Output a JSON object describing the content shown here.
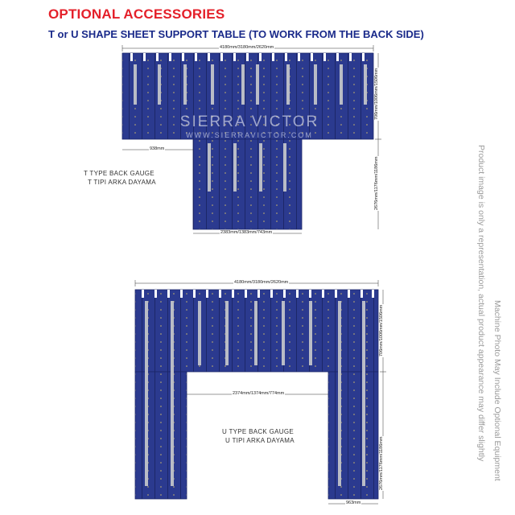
{
  "header": {
    "title": "OPTIONAL ACCESSORIES",
    "subtitle": "T or U SHAPE SHEET SUPPORT TABLE (TO WORK FROM THE BACK SIDE)"
  },
  "t_diagram": {
    "label_en": "T TYPE BACK GAUGE",
    "label_tr": "T TIPI ARKA DAYAMA",
    "dim_top": "4180mm/3180mm/2620mm",
    "dim_left": "938mm",
    "dim_bottom": "2383mm/1383mm/743mm",
    "dim_right_upper": "706mm/1006mm/1506mm",
    "dim_right_lower": "2676mm/1176mm/1186mm"
  },
  "u_diagram": {
    "label_en": "U TYPE BACK GAUGE",
    "label_tr": "U TIPI ARKA DAYAMA",
    "dim_top": "4180mm/3180mm/2620mm",
    "dim_middle": "2374mm/1374mm/774mm",
    "dim_bottom": "963mm",
    "dim_right_upper": "706mm/1006mm/1506mm",
    "dim_right_lower": "2676mm/1176mm/1186mm"
  },
  "watermark": {
    "brand": "SIERRA VICTOR",
    "url": "WWW.SIERRAVICTOR.COM"
  },
  "disclaimer": {
    "line1": "Product image is only a representation, actual product appearance may differ slightly",
    "line2": "Machine Photo May Include Optional Equipment"
  },
  "colors": {
    "title": "#e4202a",
    "subtitle": "#1a2a8a",
    "panel": "#2b3a8f",
    "panel_dark": "#1f2c74"
  }
}
